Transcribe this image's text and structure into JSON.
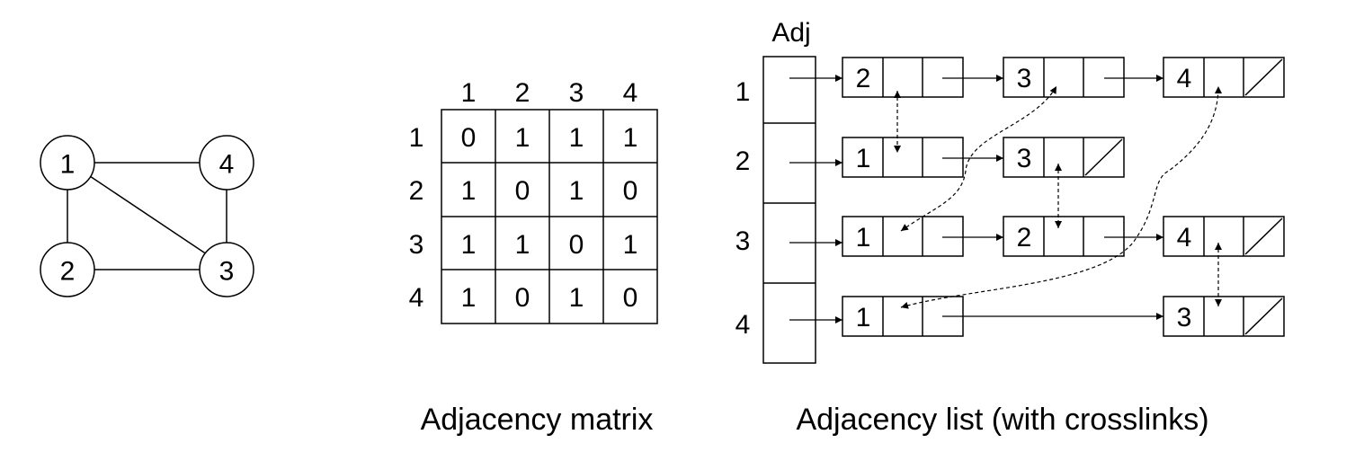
{
  "graph": {
    "nodes": [
      "1",
      "2",
      "3",
      "4"
    ],
    "edges": [
      [
        "1",
        "2"
      ],
      [
        "1",
        "3"
      ],
      [
        "1",
        "4"
      ],
      [
        "2",
        "3"
      ],
      [
        "3",
        "4"
      ]
    ]
  },
  "matrix": {
    "caption": "Adjacency matrix",
    "col_headers": [
      "1",
      "2",
      "3",
      "4"
    ],
    "row_headers": [
      "1",
      "2",
      "3",
      "4"
    ],
    "cells": [
      [
        "0",
        "1",
        "1",
        "1"
      ],
      [
        "1",
        "0",
        "1",
        "0"
      ],
      [
        "1",
        "1",
        "0",
        "1"
      ],
      [
        "1",
        "0",
        "1",
        "0"
      ]
    ]
  },
  "adjlist": {
    "caption": "Adjacency list (with crosslinks)",
    "header": "Adj",
    "row_labels": [
      "1",
      "2",
      "3",
      "4"
    ],
    "lists": [
      [
        "2",
        "3",
        "4"
      ],
      [
        "1",
        "3"
      ],
      [
        "1",
        "2",
        "4"
      ],
      [
        "1",
        "3"
      ]
    ],
    "crosslinks": [
      [
        "1-2",
        "2-1"
      ],
      [
        "1-3",
        "3-1"
      ],
      [
        "1-4",
        "4-1"
      ],
      [
        "2-3",
        "3-2"
      ],
      [
        "3-4",
        "4-3"
      ]
    ]
  }
}
